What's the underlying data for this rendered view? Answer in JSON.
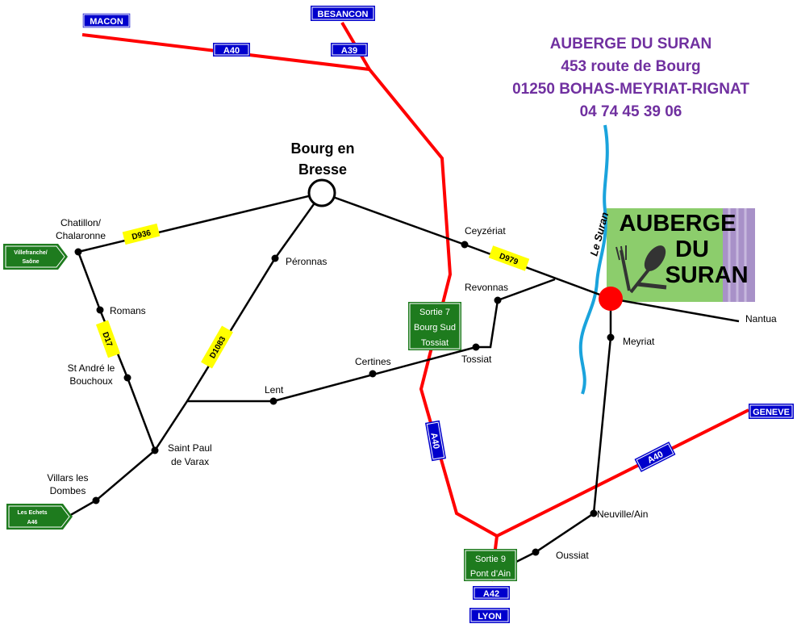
{
  "address": {
    "name": "AUBERGE DU SURAN",
    "street": "453 route de Bourg",
    "city": "01250 BOHAS-MEYRIAT-RIGNAT",
    "phone": "04 74 45 39 06"
  },
  "logo": {
    "line1": "AUBERGE",
    "line2": "DU",
    "line3": "SURAN",
    "colors": {
      "green": "#8ccd6c",
      "purple": "#a891c8"
    }
  },
  "river": {
    "label": "Le Suran",
    "color": "#1aa3dc"
  },
  "highways": {
    "macon": "MACON",
    "besancon": "BESANCON",
    "a40_north": "A40",
    "a39": "A39",
    "a40_mid": "A40",
    "a40_east": "A40",
    "geneve": "GENEVE",
    "a42": "A42",
    "lyon": "LYON"
  },
  "exits": {
    "exit7": [
      "Sortie 7",
      "Bourg Sud",
      "Tossiat"
    ],
    "exit9": [
      "Sortie 9",
      "Pont d’Ain"
    ]
  },
  "green_signs": {
    "villefranche": [
      "Villefranche/",
      "Saône"
    ],
    "echets": [
      "Les Echets",
      "A46"
    ]
  },
  "roads": {
    "d936": "D936",
    "d979": "D979",
    "d17": "D17",
    "d1083": "D1083"
  },
  "places": {
    "bourg": [
      "Bourg en",
      "Bresse"
    ],
    "chatillon": [
      "Chatillon/",
      "Chalaronne"
    ],
    "peronnas": "Péronnas",
    "ceyzeriat": "Ceyzériat",
    "revonnas": "Revonnas",
    "romans": "Romans",
    "st_andre": [
      "St André le",
      "Bouchoux"
    ],
    "certines": "Certines",
    "tossiat": "Tossiat",
    "lent": "Lent",
    "saint_paul": [
      "Saint Paul",
      "de Varax"
    ],
    "villars": [
      "Villars les",
      "Dombes"
    ],
    "meyriat": "Meyriat",
    "nantua": "Nantua",
    "neuville": "Neuville/Ain",
    "oussiat": "Oussiat"
  },
  "colors": {
    "highway": "#ff0000",
    "road": "#000000",
    "blue_sign": "#0000cc",
    "green_sign": "#1e7b1e",
    "yellow_sign": "#ffff00",
    "destination": "#ff0000"
  }
}
